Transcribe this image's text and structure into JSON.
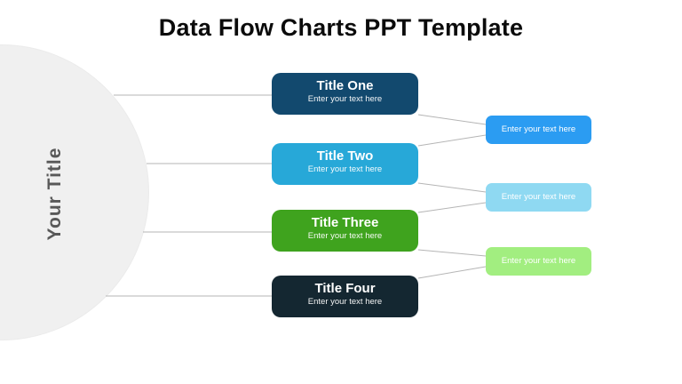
{
  "slide": {
    "title": "Data Flow Charts PPT Template",
    "side_label": "Your Title"
  },
  "flow": {
    "stages": [
      {
        "title": "Title One",
        "subtitle": "Enter your text here",
        "color": "#12496e"
      },
      {
        "title": "Title Two",
        "subtitle": "Enter your text here",
        "color": "#27a8d8"
      },
      {
        "title": "Title Three",
        "subtitle": "Enter your text here",
        "color": "#3fa31e"
      },
      {
        "title": "Title Four",
        "subtitle": "Enter your text here",
        "color": "#142731"
      }
    ],
    "outputs": [
      {
        "label": "Enter your text here",
        "color": "#2b9cf2"
      },
      {
        "label": "Enter your text here",
        "color": "#8fd9f2"
      },
      {
        "label": "Enter your text here",
        "color": "#a2ee80"
      }
    ]
  },
  "colors": {
    "background": "#ffffff",
    "title_text": "#0b0b0b",
    "side_circle": "#f0f0f0",
    "side_label_text": "#595959",
    "connector": "#b5b5b5"
  }
}
